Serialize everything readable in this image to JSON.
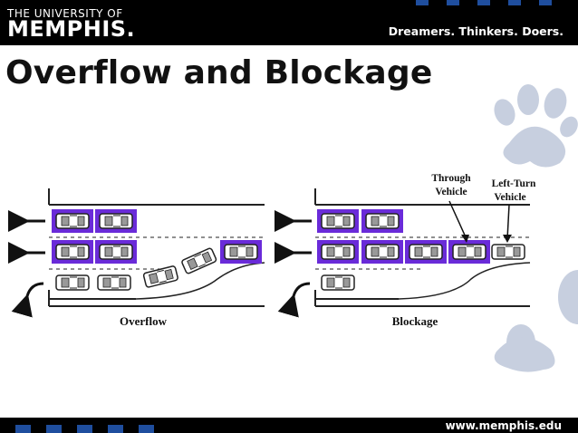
{
  "header": {
    "logo_top": "THE UNIVERSITY OF",
    "logo_main": "MEMPHIS.",
    "tagline": "Dreamers. Thinkers. Doers."
  },
  "slide": {
    "title": "Overflow and Blockage"
  },
  "diagram": {
    "left_caption": "Overflow",
    "right_caption": "Blockage",
    "through_label": [
      "Through",
      "Vehicle"
    ],
    "leftturn_label": [
      "Left-Turn",
      "Vehicle"
    ]
  },
  "footer": {
    "url": "www.memphis.edu"
  },
  "colors": {
    "accent_blue": "#1f4e9e",
    "highlight_purple": "#6a2bd9",
    "paw_blue": "#c7cfdf"
  },
  "icons": [
    "paw-print-icon",
    "arrow-left-icon",
    "turn-left-arrow-icon",
    "car-icon"
  ]
}
